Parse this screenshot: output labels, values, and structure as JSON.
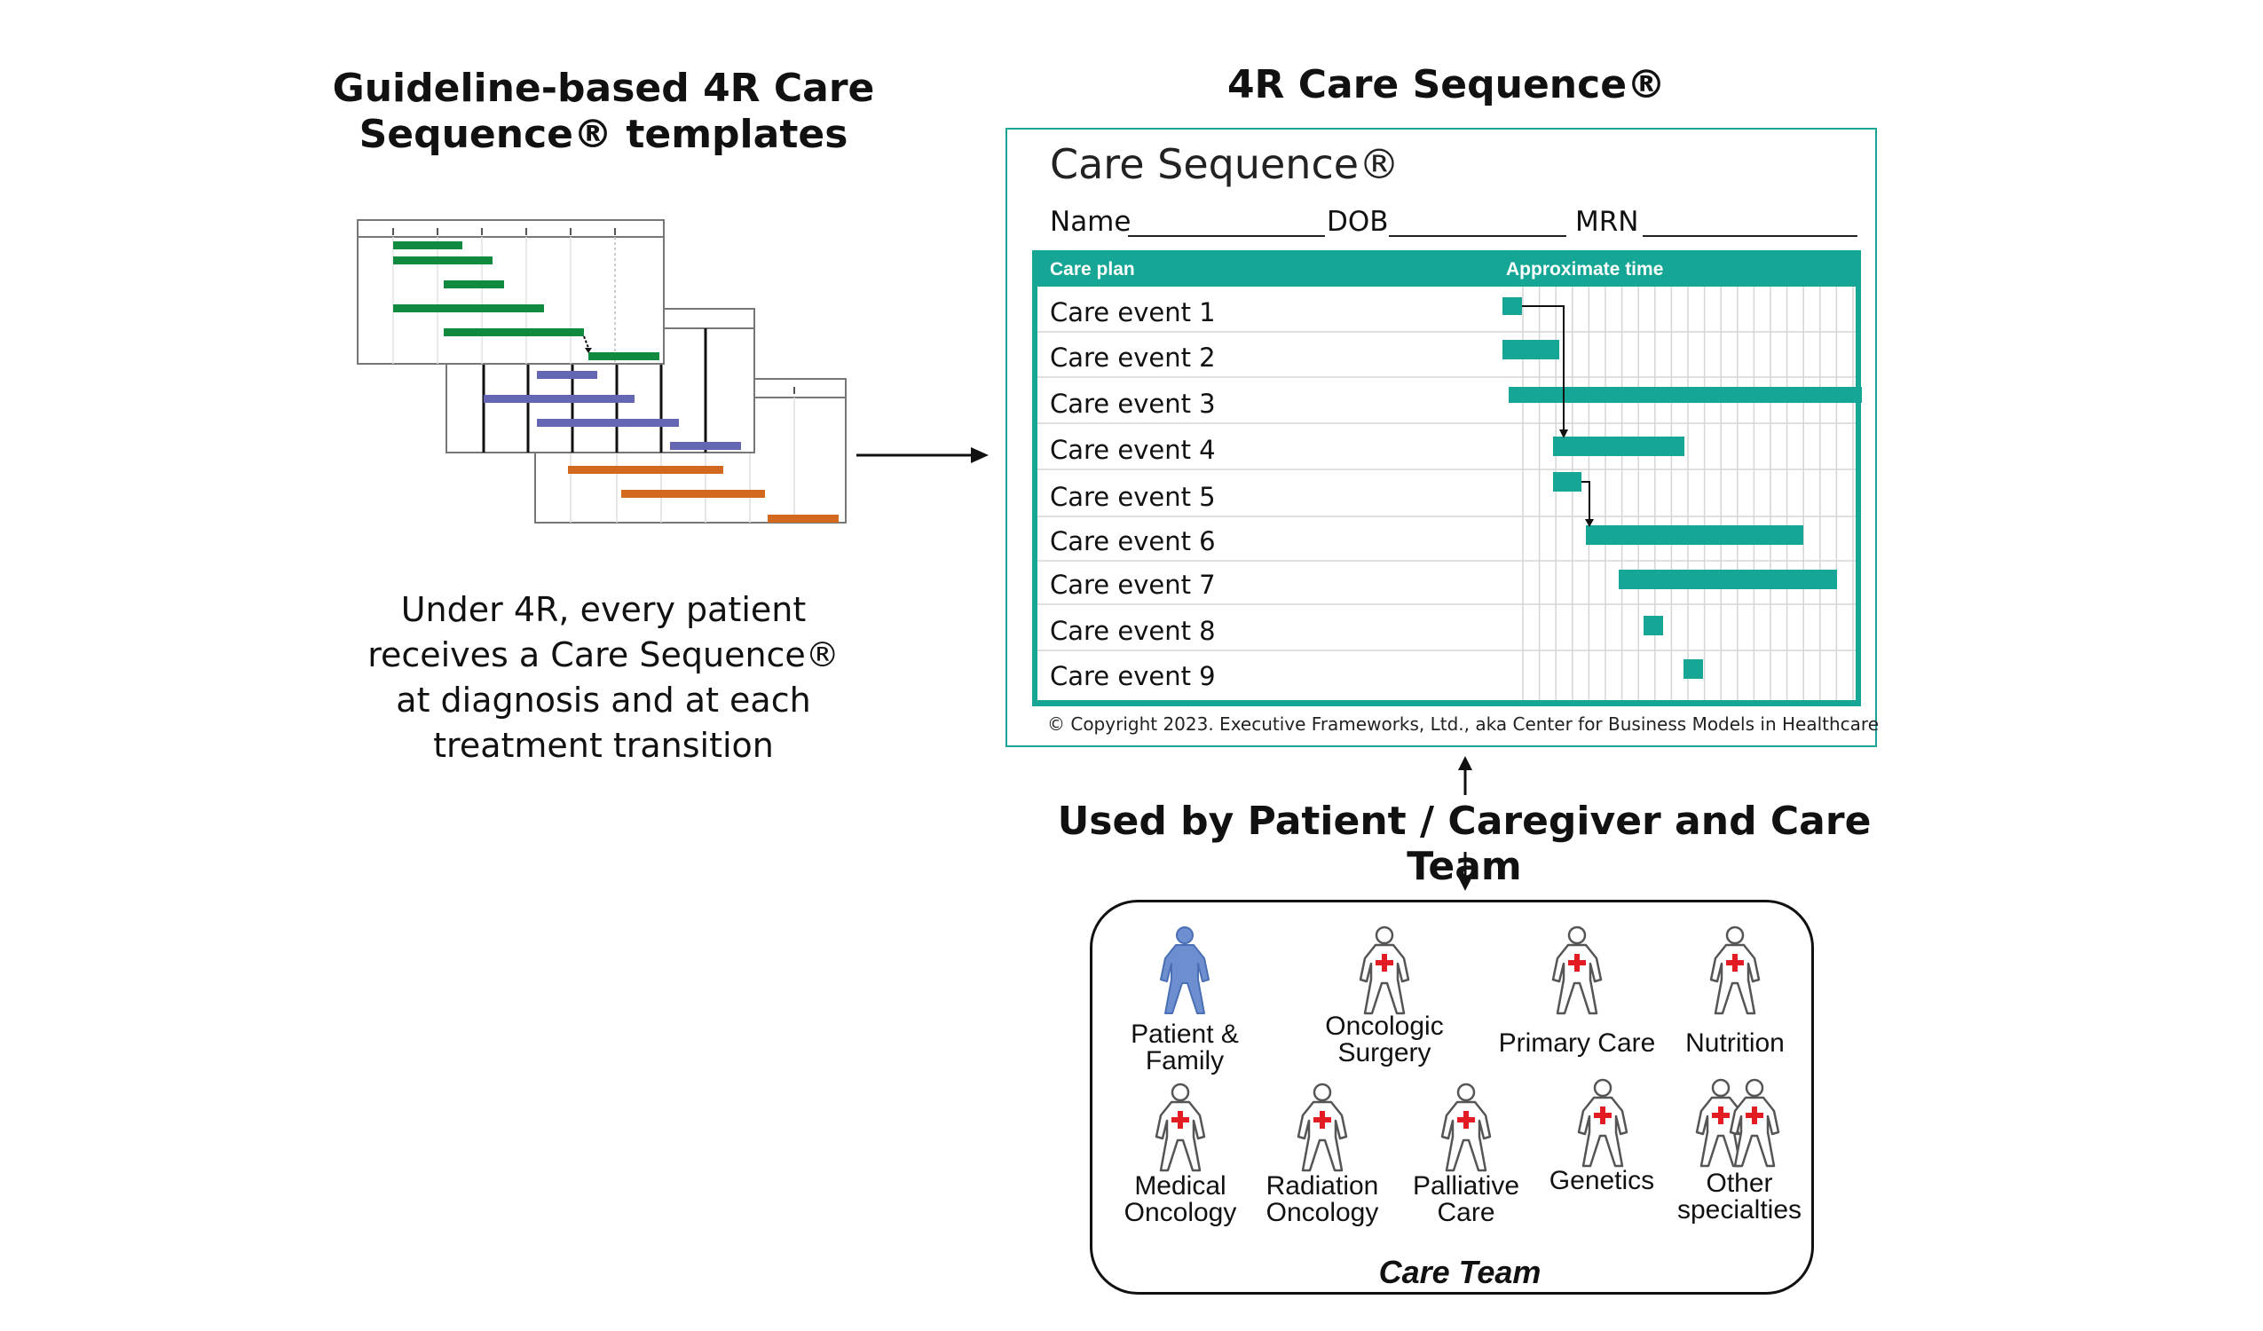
{
  "left_title_line1": "Guideline-based 4R Care",
  "left_title_line2": "Sequence® templates",
  "left_description": [
    "Under 4R, every patient",
    "receives a Care Sequence®",
    "at diagnosis and at each",
    "treatment transition"
  ],
  "right_title": "4R Care Sequence®",
  "care_sequence": {
    "title": "Care Sequence®",
    "fields": {
      "name": "Name",
      "dob": "DOB",
      "mrn": "MRN"
    },
    "table_header": {
      "plan": "Care plan",
      "time": "Approximate time"
    },
    "events": [
      "Care event 1",
      "Care event 2",
      "Care event 3",
      "Care event 4",
      "Care event 5",
      "Care event 6",
      "Care event 7",
      "Care event 8",
      "Care event 9"
    ],
    "copyright": "© Copyright 2023. Executive Frameworks, Ltd., aka Center for Business Models in Healthcare"
  },
  "used_by": "Used by Patient / Caregiver and Care Team",
  "care_team": {
    "label": "Care Team",
    "members": [
      {
        "label": "Patient & Family",
        "icon": "patient-family-icon"
      },
      {
        "label": "Oncologic\nSurgery",
        "icon": "oncologic-surgery-icon"
      },
      {
        "label": "Primary Care",
        "icon": "primary-care-icon"
      },
      {
        "label": "Nutrition",
        "icon": "nutrition-icon"
      },
      {
        "label": "Medical\nOncology",
        "icon": "medical-oncology-icon"
      },
      {
        "label": "Radiation\nOncology",
        "icon": "radiation-oncology-icon"
      },
      {
        "label": "Palliative\nCare",
        "icon": "palliative-care-icon"
      },
      {
        "label": "Genetics",
        "icon": "genetics-icon"
      },
      {
        "label": "Other\nspecialties",
        "icon": "other-specialties-icon"
      }
    ]
  },
  "colors": {
    "teal": "#16a696",
    "green": "#0f8a3f",
    "purple": "#6466b4",
    "orange": "#d2691f",
    "red_cross": "#e31b23",
    "patient_blue": "#6d8fd0"
  }
}
